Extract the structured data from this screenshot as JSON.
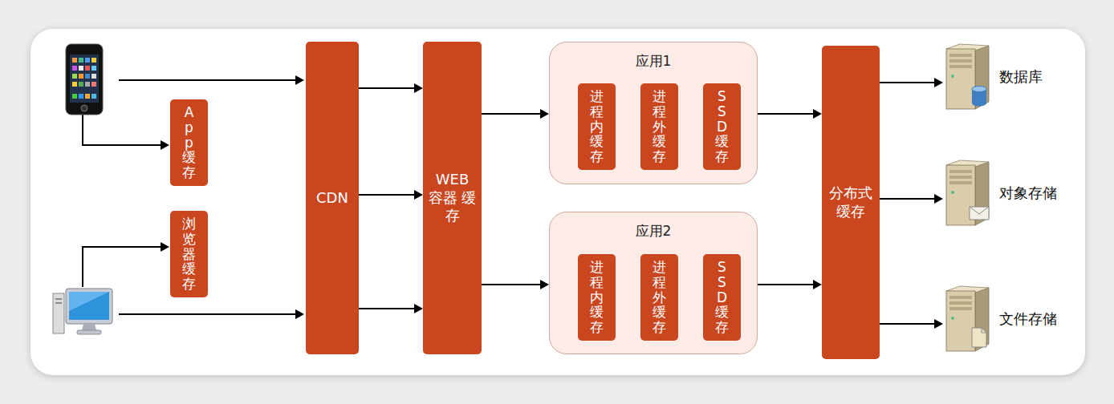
{
  "diagram": {
    "nodes": [
      {
        "text": [
          "App缓存"
        ]
      },
      {
        "text": [
          "浏览器缓存"
        ]
      },
      {
        "text": [
          "CDN"
        ]
      },
      {
        "text": [
          "WEB 容器 缓存"
        ]
      },
      {
        "text": [
          "应用1"
        ]
      },
      {
        "text": [
          "进程内缓存"
        ],
        "in": 4
      },
      {
        "text": [
          "进程外缓存"
        ],
        "in": 4
      },
      {
        "text": [
          "SSD缓存"
        ],
        "in": 4
      },
      {
        "text": [
          "应用2"
        ]
      },
      {
        "text": [
          "进程内缓存"
        ],
        "in": 8
      },
      {
        "text": [
          "进程外缓存"
        ],
        "in": 8
      },
      {
        "text": [
          "SSD缓存"
        ],
        "in": 8
      },
      {
        "text": [
          "分布式 缓存"
        ]
      },
      {
        "text": [
          "数据库"
        ]
      },
      {
        "text": [
          "对象存储"
        ]
      },
      {
        "text": [
          "文件存储"
        ]
      }
    ],
    "edges": [
      {
        "from": 2,
        "to": 3,
        "arrow": "to"
      },
      {
        "from": 2,
        "to": 3,
        "arrow": "to"
      },
      {
        "from": 2,
        "to": 3,
        "arrow": "to"
      },
      {
        "from": 3,
        "to": 4,
        "arrow": "to"
      },
      {
        "from": 3,
        "to": 8,
        "arrow": "to"
      },
      {
        "from": 4,
        "to": 12,
        "arrow": "to"
      },
      {
        "from": 8,
        "to": 12,
        "arrow": "to"
      },
      {
        "from": 12,
        "to": 13,
        "arrow": "to"
      },
      {
        "from": 12,
        "to": 14,
        "arrow": "to"
      },
      {
        "from": 12,
        "to": 15,
        "arrow": "to"
      }
    ]
  }
}
